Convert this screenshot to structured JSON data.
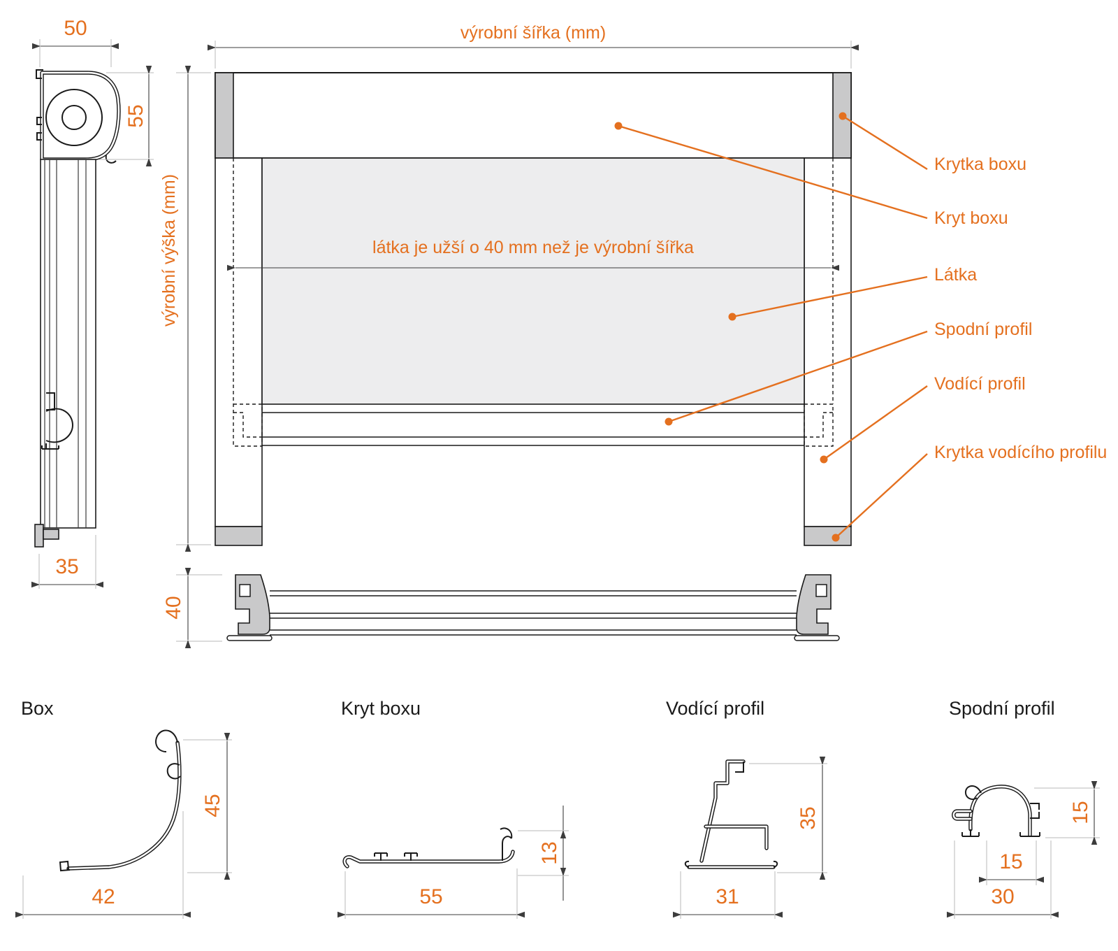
{
  "colors": {
    "accent": "#e4701f",
    "line": "#1a1a1a",
    "dim": "#3c3c3c",
    "ext": "#b9b9b9",
    "cap_fill": "#c9c9ca",
    "fabric_fill": "#ededee"
  },
  "side_view": {
    "width_dim": "50",
    "height_dim": "55",
    "bottom_width_dim": "35"
  },
  "main_view": {
    "width_label": "výrobní šířka (mm)",
    "height_label": "výrobní výška (mm)",
    "fabric_note": "látka je užší o 40 mm než je výrobní šířka"
  },
  "cross_section": {
    "height_dim": "40"
  },
  "callouts": {
    "krytka_boxu": "Krytka boxu",
    "kryt_boxu": "Kryt boxu",
    "latka": "Látka",
    "spodni_profil": "Spodní profil",
    "vodici_profil": "Vodící profil",
    "krytka_vodiciho": "Krytka vodícího profilu"
  },
  "profiles": {
    "box": {
      "title": "Box",
      "height_dim": "45",
      "width_dim": "42"
    },
    "kryt_boxu": {
      "title": "Kryt boxu",
      "height_dim": "13",
      "width_dim": "55"
    },
    "vodici": {
      "title": "Vodící profil",
      "height_dim": "35",
      "width_dim": "31"
    },
    "spodni": {
      "title": "Spodní profil",
      "height_dim": "15",
      "inner_width_dim": "15",
      "width_dim": "30"
    }
  }
}
